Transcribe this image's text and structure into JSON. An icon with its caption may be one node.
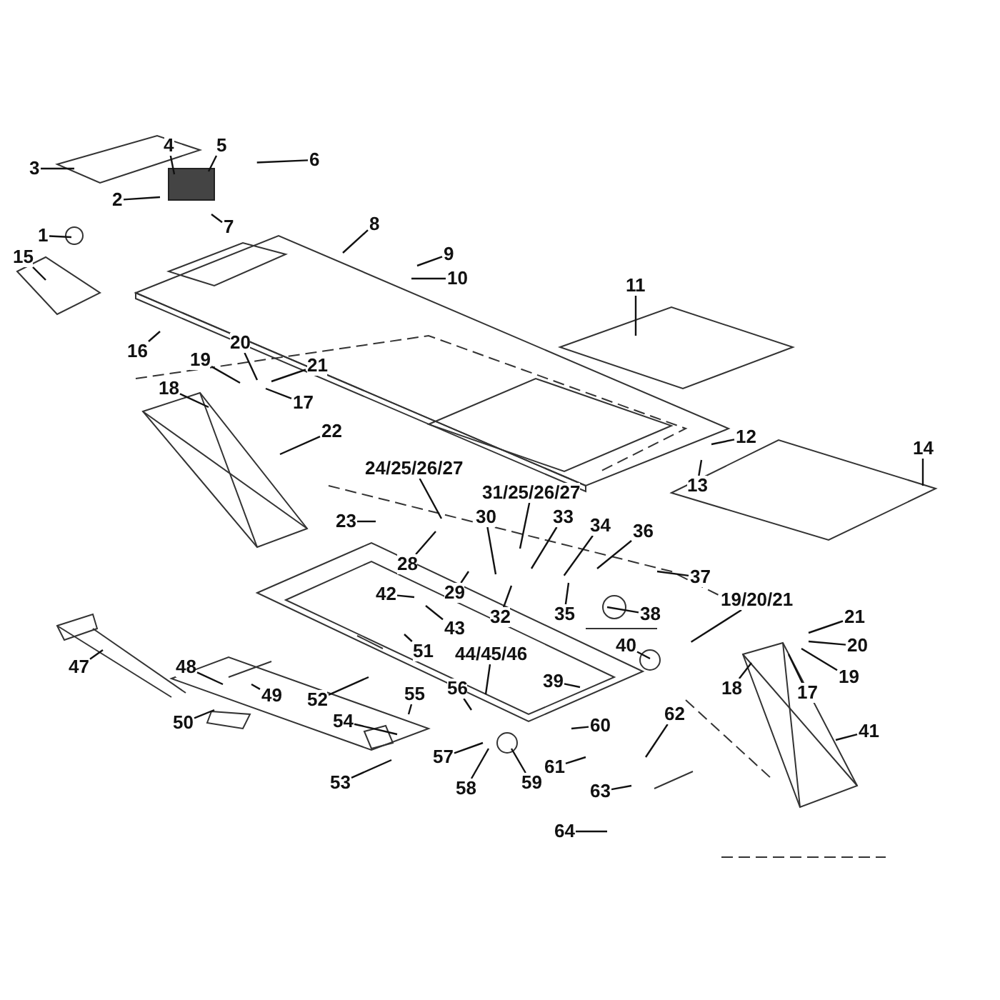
{
  "diagram": {
    "nodes": [
      {
        "text": [
          "1"
        ]
      },
      {
        "text": [
          "2"
        ]
      },
      {
        "text": [
          "3"
        ]
      },
      {
        "text": [
          "4"
        ]
      },
      {
        "text": [
          "5"
        ]
      },
      {
        "text": [
          "6"
        ]
      },
      {
        "text": [
          "7"
        ]
      },
      {
        "text": [
          "8"
        ]
      },
      {
        "text": [
          "9"
        ]
      },
      {
        "text": [
          "10"
        ]
      },
      {
        "text": [
          "11"
        ]
      },
      {
        "text": [
          "12"
        ]
      },
      {
        "text": [
          "13"
        ]
      },
      {
        "text": [
          "14"
        ]
      },
      {
        "text": [
          "15"
        ]
      },
      {
        "text": [
          "16"
        ]
      },
      {
        "text": [
          "17"
        ]
      },
      {
        "text": [
          "18"
        ]
      },
      {
        "text": [
          "19"
        ]
      },
      {
        "text": [
          "20"
        ]
      },
      {
        "text": [
          "21"
        ]
      },
      {
        "text": [
          "22"
        ]
      },
      {
        "text": [
          "23"
        ]
      },
      {
        "text": [
          "24/25/26/27"
        ]
      },
      {
        "text": [
          "28"
        ]
      },
      {
        "text": [
          "31/25/26/27"
        ]
      },
      {
        "text": [
          "29"
        ]
      },
      {
        "text": [
          "30"
        ]
      },
      {
        "text": [
          "32"
        ]
      },
      {
        "text": [
          "33"
        ]
      },
      {
        "text": [
          "34"
        ]
      },
      {
        "text": [
          "35"
        ]
      },
      {
        "text": [
          "36"
        ]
      },
      {
        "text": [
          "37"
        ]
      },
      {
        "text": [
          "38"
        ]
      },
      {
        "text": [
          "39"
        ]
      },
      {
        "text": [
          "40"
        ]
      },
      {
        "text": [
          "41"
        ]
      },
      {
        "text": [
          "42"
        ]
      },
      {
        "text": [
          "43"
        ]
      },
      {
        "text": [
          "44/45/46"
        ]
      },
      {
        "text": [
          "19/20/21"
        ]
      },
      {
        "text": [
          "18"
        ]
      },
      {
        "text": [
          "21"
        ]
      },
      {
        "text": [
          "20"
        ]
      },
      {
        "text": [
          "19"
        ]
      },
      {
        "text": [
          "17"
        ]
      },
      {
        "text": [
          "47"
        ]
      },
      {
        "text": [
          "48"
        ]
      },
      {
        "text": [
          "49"
        ]
      },
      {
        "text": [
          "50"
        ]
      },
      {
        "text": [
          "51"
        ]
      },
      {
        "text": [
          "52"
        ]
      },
      {
        "text": [
          "53"
        ]
      },
      {
        "text": [
          "54"
        ]
      },
      {
        "text": [
          "55"
        ]
      },
      {
        "text": [
          "56"
        ]
      },
      {
        "text": [
          "57"
        ]
      },
      {
        "text": [
          "58"
        ]
      },
      {
        "text": [
          "59"
        ]
      },
      {
        "text": [
          "60"
        ]
      },
      {
        "text": [
          "61"
        ]
      },
      {
        "text": [
          "62"
        ]
      },
      {
        "text": [
          "63"
        ]
      },
      {
        "text": [
          "64"
        ]
      }
    ],
    "edges": [
      {
        "from": 0,
        "to": null,
        "arrow": "none"
      },
      {
        "from": 1,
        "to": null,
        "arrow": "none"
      },
      {
        "from": 2,
        "to": null,
        "arrow": "none"
      },
      {
        "from": 3,
        "to": null,
        "arrow": "none"
      },
      {
        "from": 4,
        "to": null,
        "arrow": "none"
      },
      {
        "from": 5,
        "to": null,
        "arrow": "none"
      },
      {
        "from": 6,
        "to": null,
        "arrow": "none"
      },
      {
        "from": 7,
        "to": null,
        "arrow": "none"
      },
      {
        "from": 8,
        "to": null,
        "arrow": "none"
      },
      {
        "from": 9,
        "to": null,
        "arrow": "none"
      },
      {
        "from": 10,
        "to": null,
        "arrow": "none"
      },
      {
        "from": 11,
        "to": null,
        "arrow": "none"
      },
      {
        "from": 12,
        "to": null,
        "arrow": "none"
      },
      {
        "from": 13,
        "to": null,
        "arrow": "none"
      },
      {
        "from": 14,
        "to": null,
        "arrow": "none"
      },
      {
        "from": 15,
        "to": null,
        "arrow": "none"
      },
      {
        "from": 16,
        "to": null,
        "arrow": "none"
      },
      {
        "from": 17,
        "to": null,
        "arrow": "none"
      },
      {
        "from": 18,
        "to": null,
        "arrow": "none"
      },
      {
        "from": 19,
        "to": null,
        "arrow": "none"
      },
      {
        "from": 20,
        "to": null,
        "arrow": "none"
      },
      {
        "from": 21,
        "to": null,
        "arrow": "none"
      },
      {
        "from": 22,
        "to": null,
        "arrow": "none"
      },
      {
        "from": 23,
        "to": null,
        "arrow": "none"
      },
      {
        "from": 24,
        "to": null,
        "arrow": "none"
      },
      {
        "from": 25,
        "to": null,
        "arrow": "none"
      },
      {
        "from": 26,
        "to": null,
        "arrow": "none"
      },
      {
        "from": 27,
        "to": null,
        "arrow": "none"
      },
      {
        "from": 28,
        "to": null,
        "arrow": "none"
      },
      {
        "from": 29,
        "to": null,
        "arrow": "none"
      },
      {
        "from": 30,
        "to": null,
        "arrow": "none"
      },
      {
        "from": 31,
        "to": null,
        "arrow": "none"
      },
      {
        "from": 32,
        "to": null,
        "arrow": "none"
      },
      {
        "from": 33,
        "to": null,
        "arrow": "none"
      },
      {
        "from": 34,
        "to": null,
        "arrow": "none"
      },
      {
        "from": 35,
        "to": null,
        "arrow": "none"
      },
      {
        "from": 36,
        "to": null,
        "arrow": "none"
      },
      {
        "from": 37,
        "to": null,
        "arrow": "none"
      },
      {
        "from": 38,
        "to": null,
        "arrow": "none"
      },
      {
        "from": 39,
        "to": null,
        "arrow": "none"
      },
      {
        "from": 40,
        "to": null,
        "arrow": "none"
      },
      {
        "from": 41,
        "to": null,
        "arrow": "none"
      },
      {
        "from": 42,
        "to": null,
        "arrow": "none"
      },
      {
        "from": 43,
        "to": null,
        "arrow": "none"
      },
      {
        "from": 44,
        "to": null,
        "arrow": "none"
      },
      {
        "from": 45,
        "to": null,
        "arrow": "none"
      },
      {
        "from": 46,
        "to": null,
        "arrow": "none"
      },
      {
        "from": 47,
        "to": null,
        "arrow": "none"
      },
      {
        "from": 48,
        "to": null,
        "arrow": "none"
      },
      {
        "from": 49,
        "to": null,
        "arrow": "none"
      },
      {
        "from": 50,
        "to": null,
        "arrow": "none"
      },
      {
        "from": 51,
        "to": null,
        "arrow": "none"
      },
      {
        "from": 52,
        "to": null,
        "arrow": "none"
      },
      {
        "from": 53,
        "to": null,
        "arrow": "none"
      },
      {
        "from": 54,
        "to": null,
        "arrow": "none"
      },
      {
        "from": 55,
        "to": null,
        "arrow": "none"
      },
      {
        "from": 56,
        "to": null,
        "arrow": "none"
      },
      {
        "from": 57,
        "to": null,
        "arrow": "none"
      },
      {
        "from": 58,
        "to": null,
        "arrow": "none"
      },
      {
        "from": 59,
        "to": null,
        "arrow": "none"
      },
      {
        "from": 60,
        "to": null,
        "arrow": "none"
      },
      {
        "from": 61,
        "to": null,
        "arrow": "none"
      },
      {
        "from": 62,
        "to": null,
        "arrow": "none"
      },
      {
        "from": 63,
        "to": null,
        "arrow": "none"
      },
      {
        "from": 64,
        "to": null,
        "arrow": "none"
      }
    ]
  }
}
